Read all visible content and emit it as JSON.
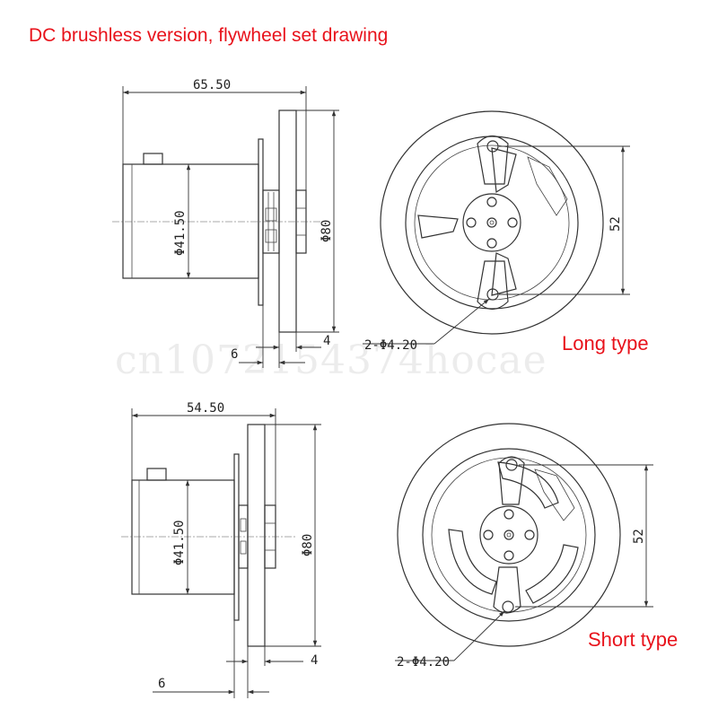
{
  "title": "DC brushless version, flywheel set drawing",
  "watermark": "cn1072154374hocae",
  "long": {
    "label": "Long type",
    "overall_length": "65.50",
    "motor_dia": "Φ41.50",
    "wheel_dia": "Φ80",
    "wheel_thickness": "4",
    "hub_offset": "6",
    "hole_spec": "2-Φ4.20",
    "hole_spacing": "52"
  },
  "short": {
    "label": "Short type",
    "overall_length": "54.50",
    "motor_dia": "Φ41.50",
    "wheel_dia": "Φ80",
    "wheel_thickness": "4",
    "hub_offset": "6",
    "hole_spec": "2-Φ4.20",
    "hole_spacing": "52"
  }
}
